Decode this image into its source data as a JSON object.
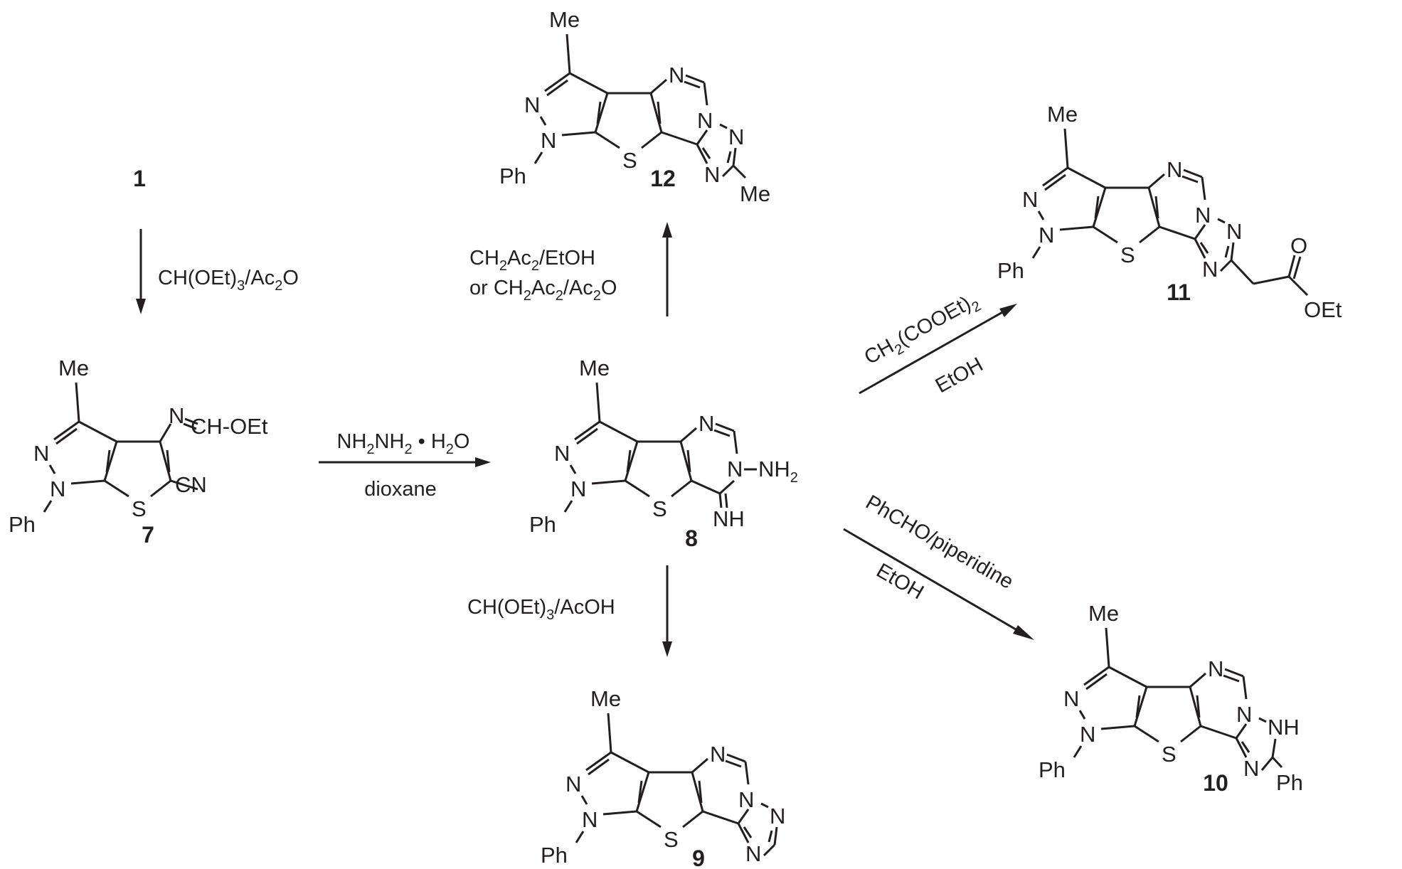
{
  "title": "Synthesis scheme of pyrazolothienopyrimidine / triazolopyrimidine derivatives",
  "compounds": {
    "c1": {
      "number": "1"
    },
    "c7": {
      "number": "7",
      "atoms": {
        "me": "Me",
        "n_top": "N",
        "n_bottom": "N",
        "ph": "Ph",
        "s": "S",
        "imidate_n": "N",
        "imidate": "CH-OEt",
        "cn": "CN"
      }
    },
    "c8": {
      "number": "8",
      "atoms": {
        "me": "Me",
        "n_top": "N",
        "n_bottom": "N",
        "ph": "Ph",
        "s": "S",
        "n_pyr": "N",
        "n_hyd": "N",
        "nh2_dash": "NH",
        "nh2_sub": "2",
        "imine": "NH"
      }
    },
    "c9": {
      "number": "9",
      "atoms": {
        "me": "Me",
        "n_top": "N",
        "n_bottom": "N",
        "ph": "Ph",
        "s": "S",
        "n_pyr": "N",
        "n_bridge": "N",
        "n_tri1": "N",
        "n_tri2": "N"
      }
    },
    "c10": {
      "number": "10",
      "atoms": {
        "me": "Me",
        "n_top": "N",
        "n_bottom": "N",
        "ph": "Ph",
        "s": "S",
        "n_pyr": "N",
        "n_bridge": "N",
        "nh": "NH",
        "n_tri2": "N",
        "ph2": "Ph"
      }
    },
    "c11": {
      "number": "11",
      "atoms": {
        "me": "Me",
        "n_top": "N",
        "n_bottom": "N",
        "ph": "Ph",
        "s": "S",
        "n_pyr": "N",
        "n_bridge": "N",
        "n_tri1": "N",
        "n_tri2": "N",
        "o": "O",
        "oet": "OEt"
      }
    },
    "c12": {
      "number": "12",
      "atoms": {
        "me": "Me",
        "n_top": "N",
        "n_bottom": "N",
        "ph": "Ph",
        "s": "S",
        "n_pyr": "N",
        "n_bridge": "N",
        "n_tri1": "N",
        "n_tri2": "N",
        "me2": "Me"
      }
    }
  },
  "reactions": {
    "r1_to_7": {
      "reagent": "CH(OEt)",
      "reagent_sub": "3",
      "reagent_tail": "/Ac",
      "reagent_sub2": "2",
      "reagent_end": "O"
    },
    "r7_to_8": {
      "above_a": "NH",
      "above_a_sub": "2",
      "above_b": "NH",
      "above_b_sub": "2",
      "above_dot": " • H",
      "above_c_sub": "2",
      "above_end": "O",
      "below": "dioxane"
    },
    "r8_to_12": {
      "line1_a": "CH",
      "line1_sub1": "2",
      "line1_b": "Ac",
      "line1_sub2": "2",
      "line1_c": "/EtOH",
      "line2_a": "or CH",
      "line2_sub1": "2",
      "line2_b": "Ac",
      "line2_sub2": "2",
      "line2_c": "/Ac",
      "line2_sub3": "2",
      "line2_d": "O"
    },
    "r8_to_9": {
      "reagent": "CH(OEt)",
      "reagent_sub": "3",
      "reagent_tail": "/AcOH"
    },
    "r8_to_11": {
      "above": "CH",
      "above_sub1": "2",
      "above_b": "(COOEt)",
      "above_sub2": "2",
      "below": "EtOH"
    },
    "r8_to_10": {
      "above": "PhCHO/piperidine",
      "below": "EtOH"
    }
  }
}
